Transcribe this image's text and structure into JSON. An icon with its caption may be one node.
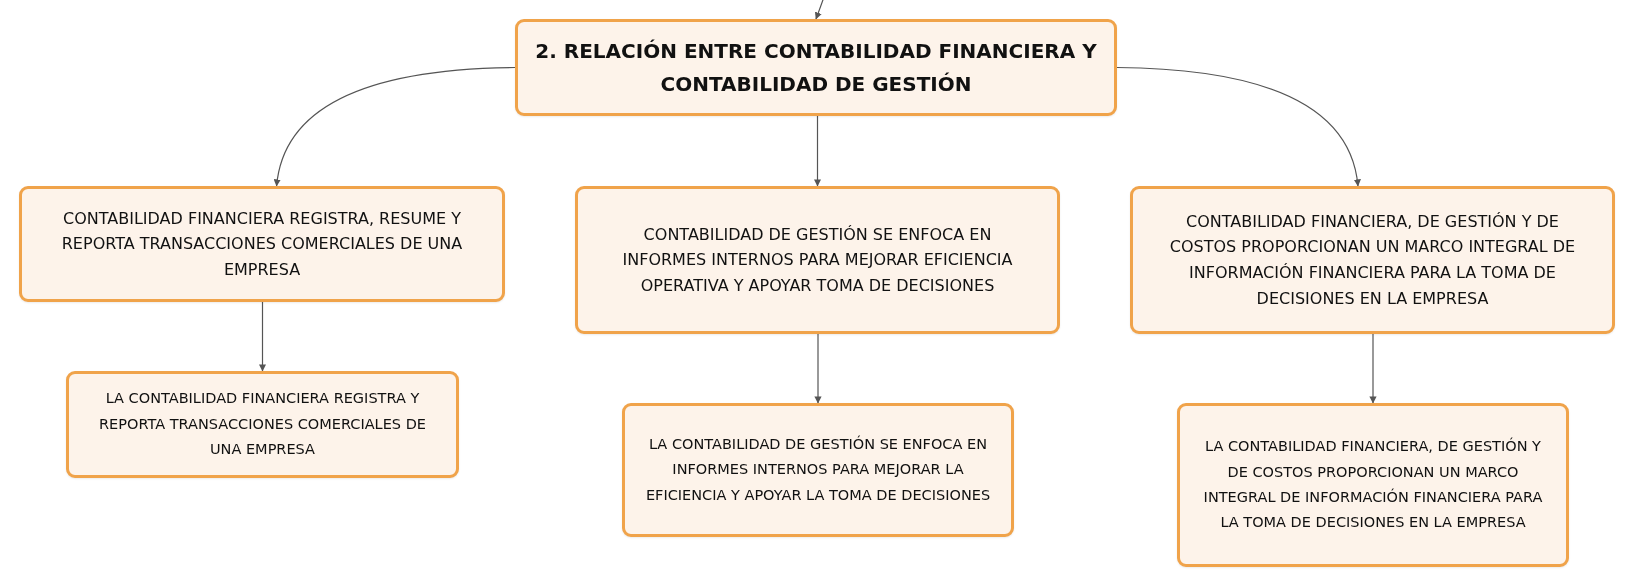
{
  "diagram": {
    "nodes": [
      {
        "text": [
          "2. RELACIÓN ENTRE CONTABILIDAD FINANCIERA Y CONTABILIDAD DE GESTIÓN"
        ]
      },
      {
        "text": [
          "CONTABILIDAD FINANCIERA REGISTRA, RESUME Y REPORTA TRANSACCIONES COMERCIALES DE UNA EMPRESA"
        ]
      },
      {
        "text": [
          "CONTABILIDAD DE GESTIÓN SE ENFOCA EN INFORMES INTERNOS PARA MEJORAR EFICIENCIA OPERATIVA Y APOYAR TOMA DE DECISIONES"
        ]
      },
      {
        "text": [
          "CONTABILIDAD FINANCIERA, DE GESTIÓN Y DE COSTOS PROPORCIONAN UN MARCO INTEGRAL DE INFORMACIÓN FINANCIERA PARA LA TOMA DE DECISIONES EN LA EMPRESA"
        ]
      },
      {
        "text": [
          "LA CONTABILIDAD FINANCIERA REGISTRA Y REPORTA TRANSACCIONES COMERCIALES DE UNA EMPRESA"
        ]
      },
      {
        "text": [
          "LA CONTABILIDAD DE GESTIÓN SE ENFOCA EN INFORMES INTERNOS PARA MEJORAR LA EFICIENCIA Y APOYAR LA TOMA DE DECISIONES"
        ]
      },
      {
        "text": [
          "LA CONTABILIDAD FINANCIERA, DE GESTIÓN Y DE COSTOS PROPORCIONAN UN MARCO INTEGRAL DE INFORMACIÓN FINANCIERA PARA LA TOMA DE DECISIONES EN LA EMPRESA"
        ]
      }
    ],
    "edges": [
      {
        "from": null,
        "to": 0,
        "arrow": "to"
      },
      {
        "from": 0,
        "to": 1,
        "arrow": "to"
      },
      {
        "from": 0,
        "to": 2,
        "arrow": "to"
      },
      {
        "from": 0,
        "to": 3,
        "arrow": "to"
      },
      {
        "from": 1,
        "to": 4,
        "arrow": "to"
      },
      {
        "from": 2,
        "to": 5,
        "arrow": "to"
      },
      {
        "from": 3,
        "to": 6,
        "arrow": "to"
      }
    ]
  }
}
